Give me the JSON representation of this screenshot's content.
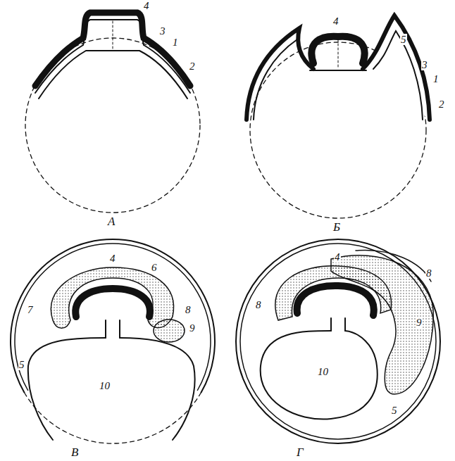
{
  "diagram": {
    "labels": [
      "4",
      "3",
      "1",
      "2",
      "А",
      "4",
      "5",
      "3",
      "1",
      "2",
      "Б",
      "7",
      "4",
      "6",
      "8",
      "5",
      "9",
      "10",
      "В",
      "8",
      "4",
      "8",
      "9",
      "10",
      "5",
      "Г"
    ]
  }
}
